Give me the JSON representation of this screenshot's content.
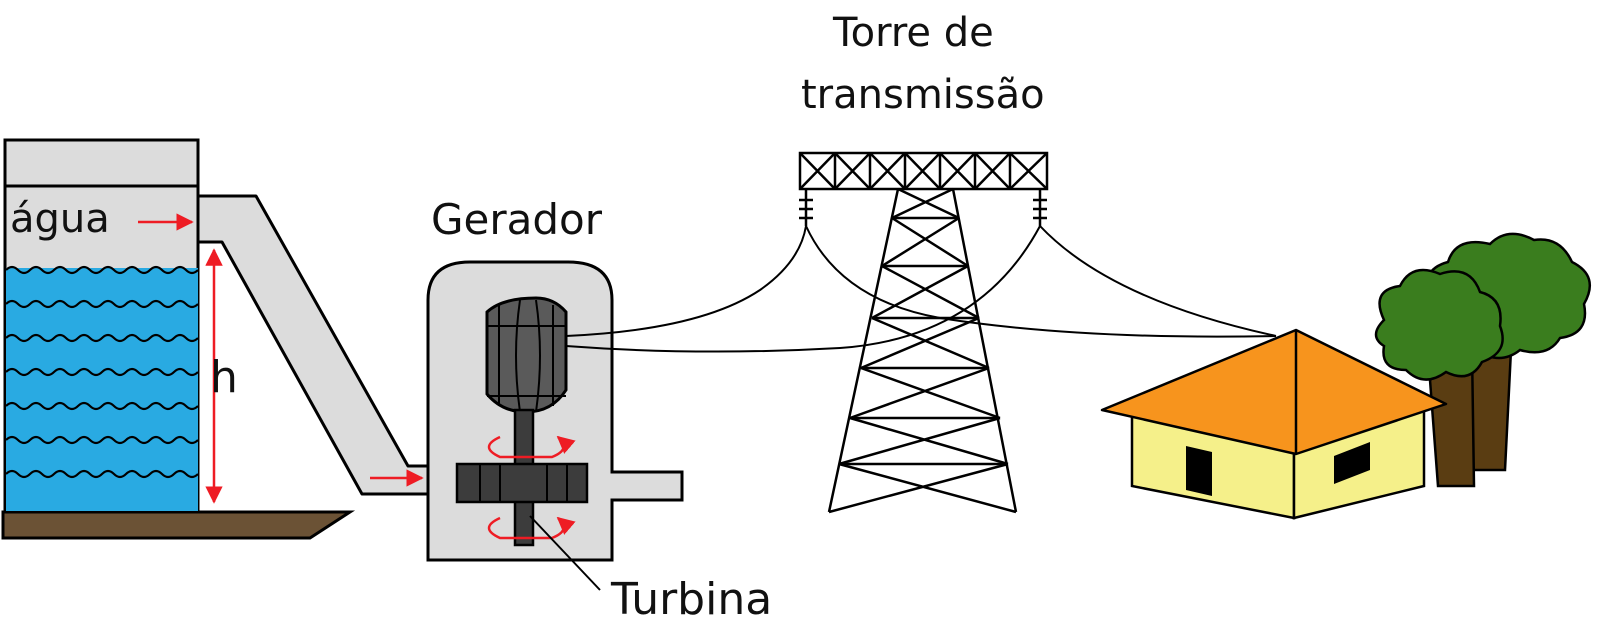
{
  "labels": {
    "water": "água",
    "height": "h",
    "generator": "Gerador",
    "turbine": "Turbina",
    "tower_line1": "Torre de",
    "tower_line2": "transmissão"
  },
  "colors": {
    "water": "#29aae2",
    "dam_gray": "#dcdcdc",
    "ground": "#6b5235",
    "generator_dark": "#5a5a5a",
    "turbine_dark": "#3c3c3c",
    "arrow_red": "#ee1c24",
    "roof": "#f7941d",
    "house_wall": "#f5f08a",
    "tree_green": "#3a7d1e",
    "tree_trunk": "#5a3d12"
  }
}
